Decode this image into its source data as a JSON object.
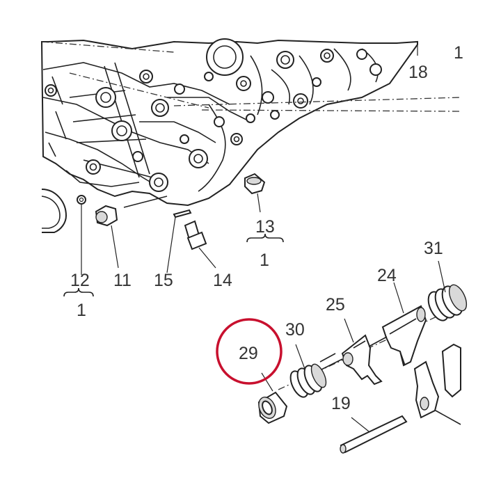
{
  "highlight_color": "#c8102e",
  "callouts": {
    "c18": "18",
    "c1_top": "1",
    "c13": "13",
    "c13_qty": "1",
    "c12": "12",
    "c12_qty": "1",
    "c11": "11",
    "c15": "15",
    "c14": "14",
    "c31": "31",
    "c24": "24",
    "c25": "25",
    "c30": "30",
    "c29": "29",
    "c19": "19"
  },
  "highlighted_callout": "29"
}
